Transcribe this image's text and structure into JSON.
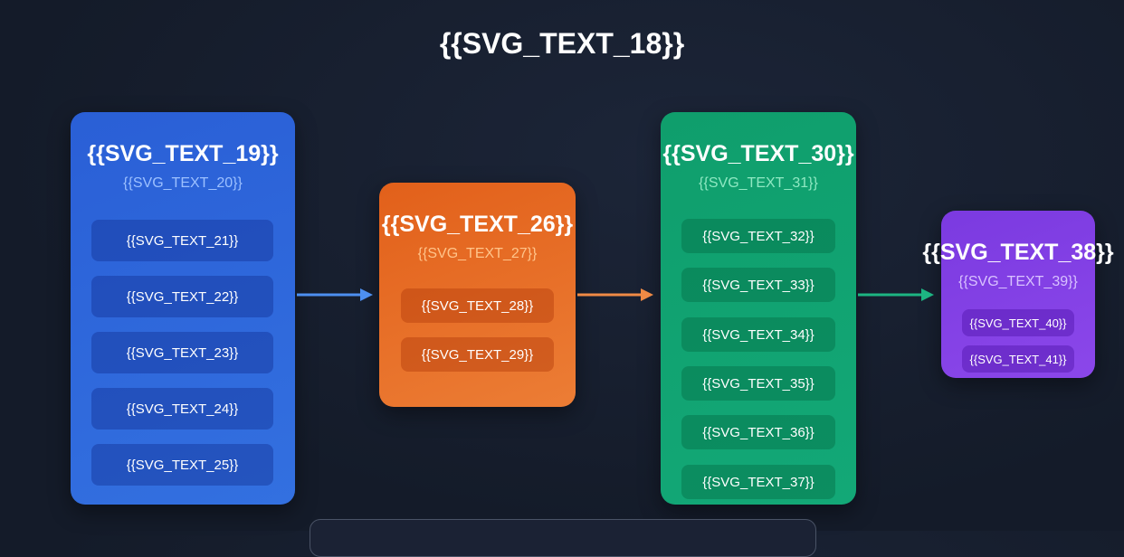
{
  "title": "{{SVG_TEXT_18}}",
  "stages": {
    "blue": {
      "title": "{{SVG_TEXT_19}}",
      "subtitle": "{{SVG_TEXT_20}}",
      "items": [
        "{{SVG_TEXT_21}}",
        "{{SVG_TEXT_22}}",
        "{{SVG_TEXT_23}}",
        "{{SVG_TEXT_24}}",
        "{{SVG_TEXT_25}}"
      ]
    },
    "orange": {
      "title": "{{SVG_TEXT_26}}",
      "subtitle": "{{SVG_TEXT_27}}",
      "items": [
        "{{SVG_TEXT_28}}",
        "{{SVG_TEXT_29}}"
      ]
    },
    "green": {
      "title": "{{SVG_TEXT_30}}",
      "subtitle": "{{SVG_TEXT_31}}",
      "items": [
        "{{SVG_TEXT_32}}",
        "{{SVG_TEXT_33}}",
        "{{SVG_TEXT_34}}",
        "{{SVG_TEXT_35}}",
        "{{SVG_TEXT_36}}",
        "{{SVG_TEXT_37}}"
      ]
    },
    "purple": {
      "title": "{{SVG_TEXT_38}}",
      "subtitle": "{{SVG_TEXT_39}}",
      "items": [
        "{{SVG_TEXT_40}}",
        "{{SVG_TEXT_41}}"
      ]
    }
  },
  "colors": {
    "blue": "#2f6ade",
    "orange": "#e86d28",
    "green": "#11a371",
    "purple": "#8440e6",
    "background": "#141b29"
  }
}
